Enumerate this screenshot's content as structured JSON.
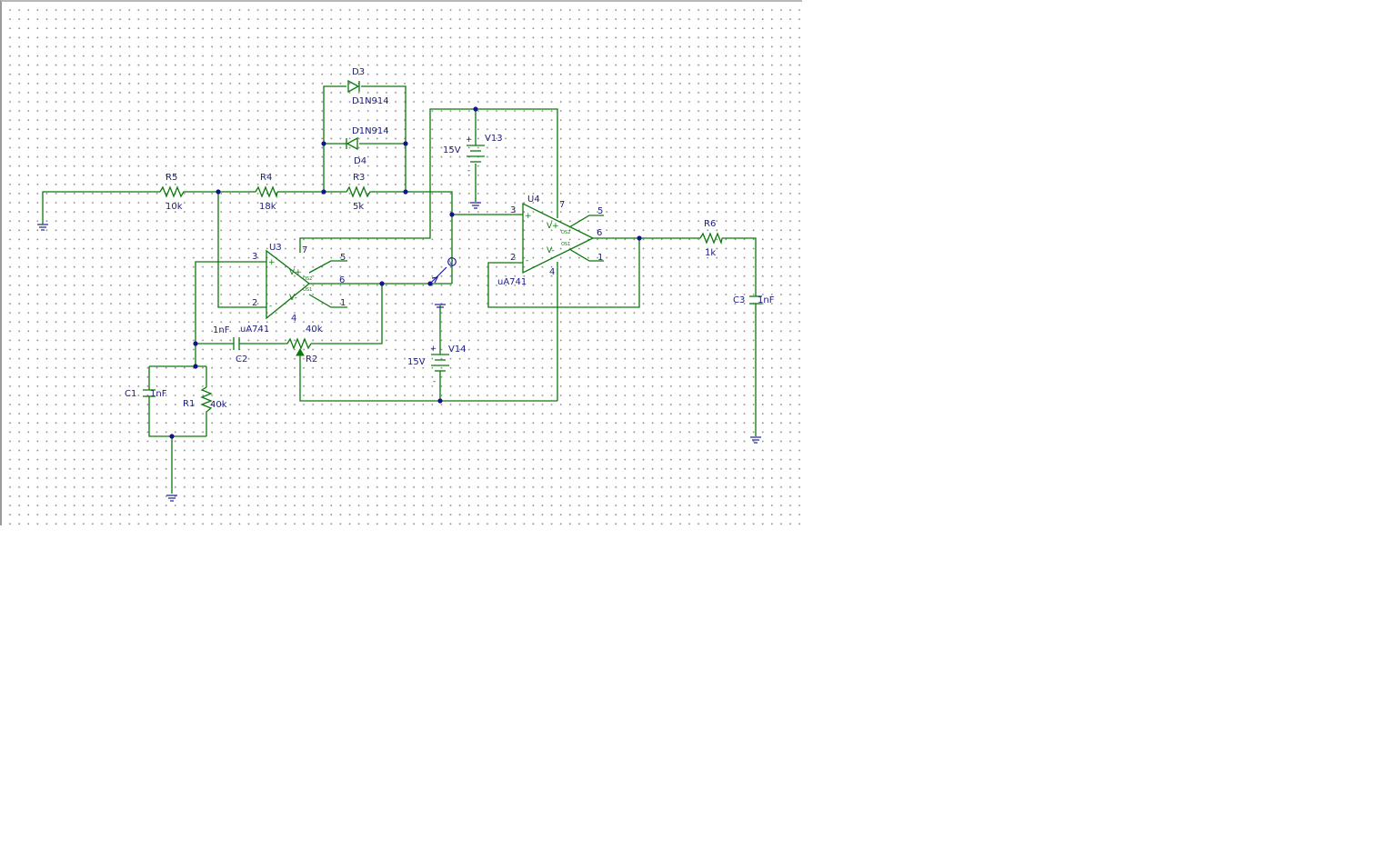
{
  "schematic": {
    "resistors": {
      "r5": {
        "ref": "R5",
        "value": "10k"
      },
      "r4": {
        "ref": "R4",
        "value": "18k"
      },
      "r3": {
        "ref": "R3",
        "value": "5k"
      },
      "r2": {
        "ref": "R2",
        "value": "40k"
      },
      "r1": {
        "ref": "R1",
        "value": "40k"
      },
      "r6": {
        "ref": "R6",
        "value": "1k"
      }
    },
    "capacitors": {
      "c1": {
        "ref": "C1",
        "value": "1nF"
      },
      "c2": {
        "ref": "C2",
        "value": "1nF"
      },
      "c3": {
        "ref": "C3",
        "value": "1nF"
      }
    },
    "diodes": {
      "d3": {
        "ref": "D3",
        "model": "D1N914"
      },
      "d4": {
        "ref": "D4",
        "model": "D1N914"
      }
    },
    "sources": {
      "v13": {
        "ref": "V13",
        "value": "15V",
        "plus": "+",
        "minus": "-"
      },
      "v14": {
        "ref": "V14",
        "value": "15V",
        "plus": "+",
        "minus": "-"
      }
    },
    "opamps": {
      "u3": {
        "ref": "U3",
        "model": "uA741",
        "vplus": "V+",
        "vminus": "V-",
        "os2": "OS2",
        "os1": "OS1",
        "plus": "+",
        "minus": "-",
        "pin3": "3",
        "pin2": "2",
        "pin7": "7",
        "pin4": "4",
        "pin6": "6",
        "pin5": "5",
        "pin1": "1"
      },
      "u4": {
        "ref": "U4",
        "model": "uA741",
        "vplus": "V+",
        "vminus": "V-",
        "os2": "OS2",
        "os1": "OS1",
        "plus": "+",
        "minus": "-",
        "pin3": "3",
        "pin2": "2",
        "pin7": "7",
        "pin4": "4",
        "pin6": "6",
        "pin5": "5",
        "pin1": "1"
      }
    },
    "probe": {
      "symbol": "V"
    }
  }
}
